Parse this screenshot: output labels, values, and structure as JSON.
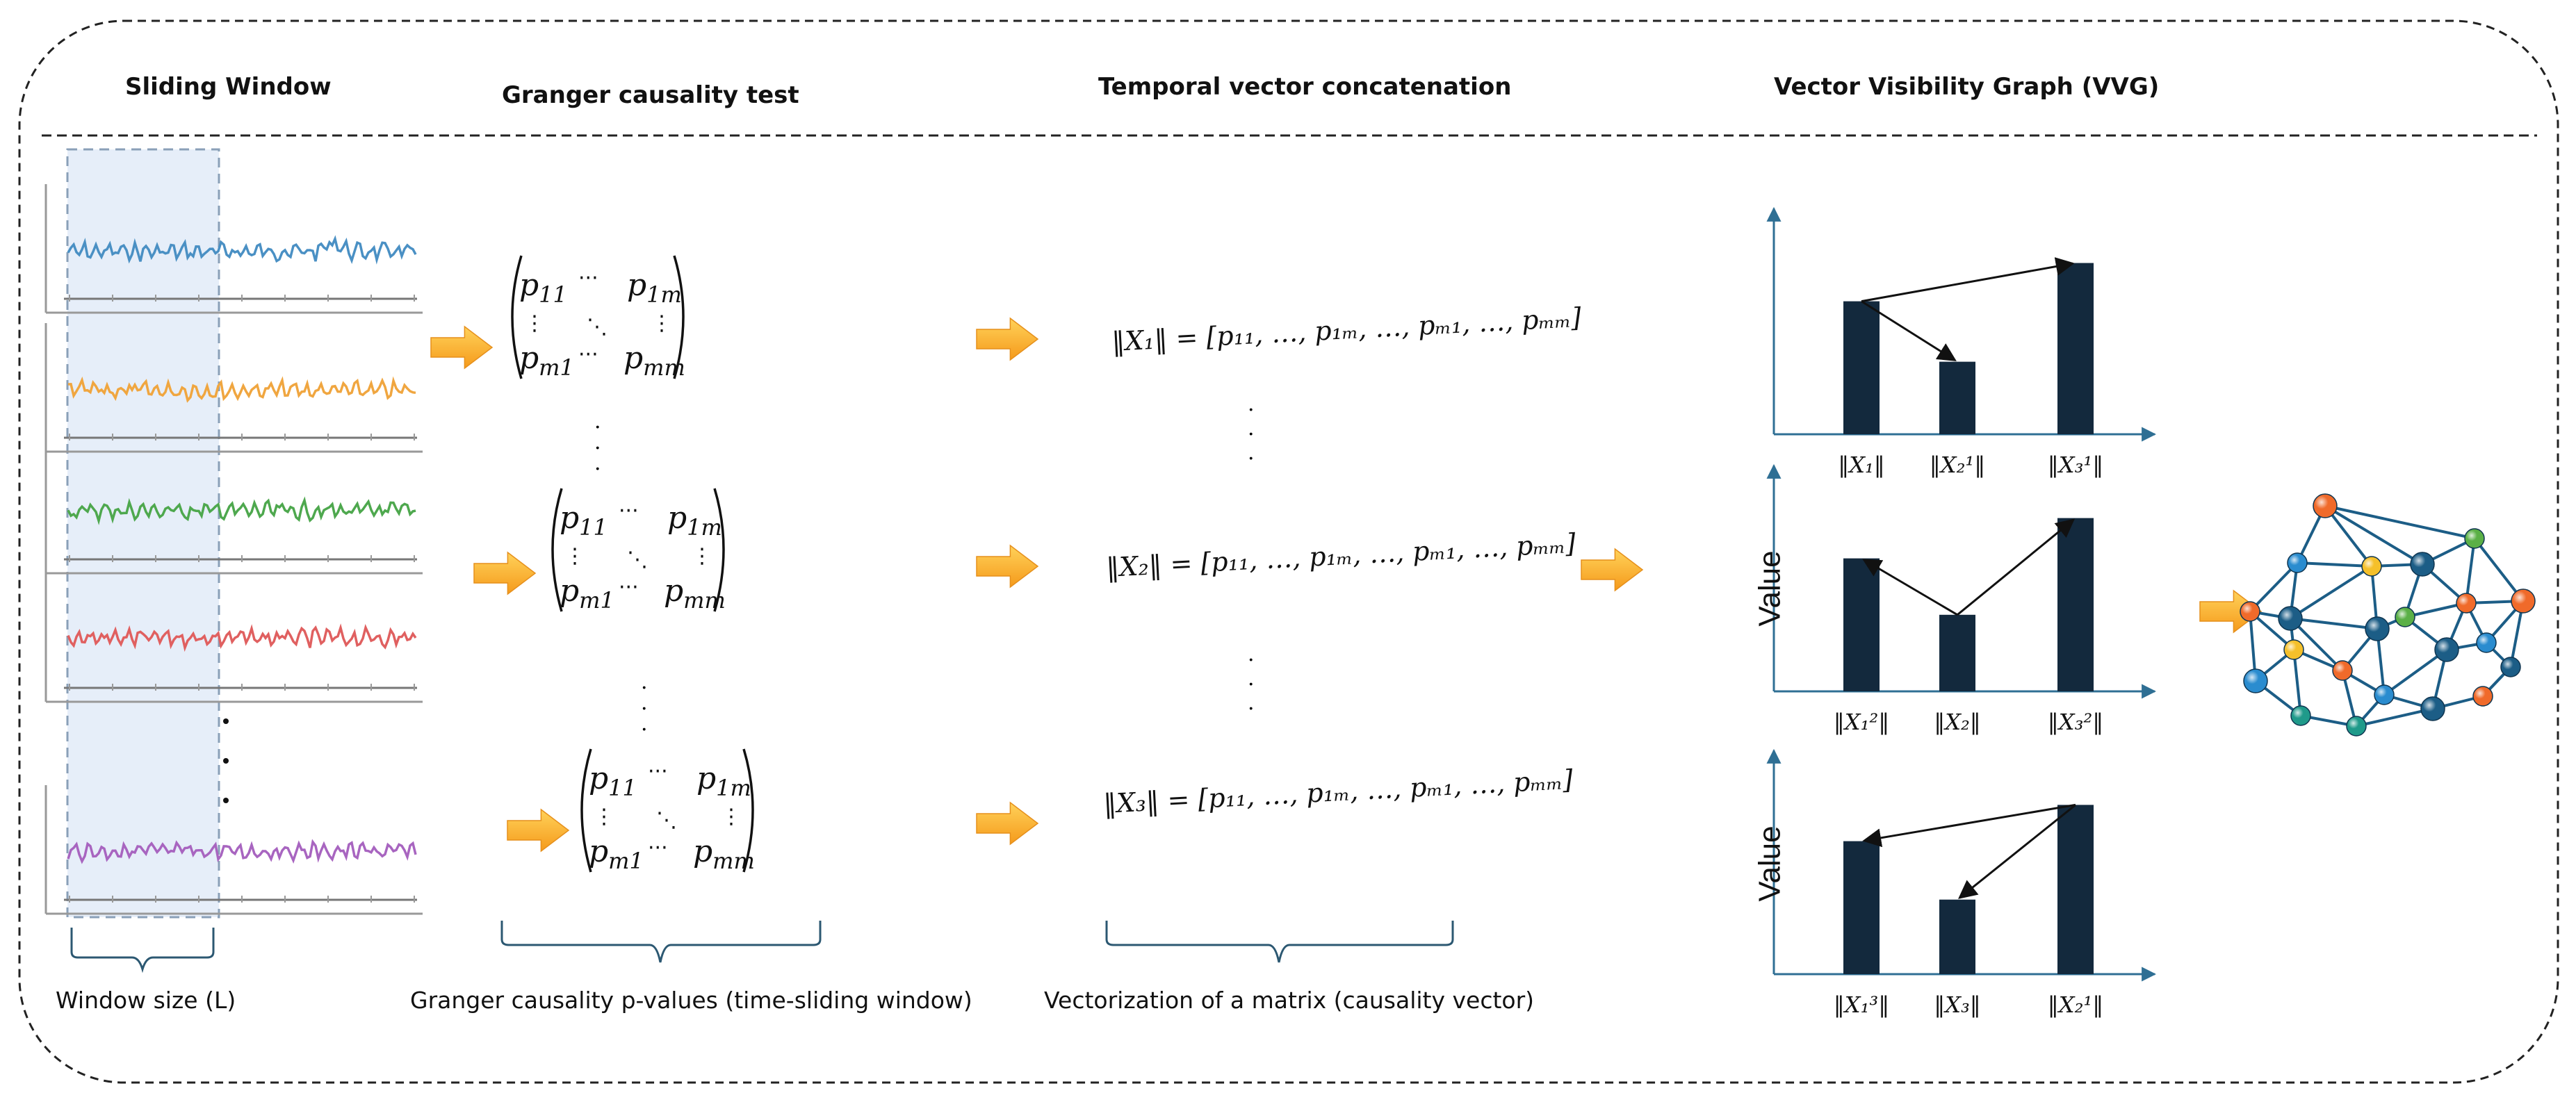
{
  "headers": {
    "sliding_window": "Sliding Window",
    "granger_test": "Granger causality test",
    "temporal_concat": "Temporal vector concatenation",
    "vvg": "Vector Visibility Graph (VVG)"
  },
  "footers": {
    "window_size": "Window size (L)",
    "granger_pvalues": "Granger causality p-values (time-sliding window)",
    "vectorization": "Vectorization of a matrix (causality vector)"
  },
  "matrix": {
    "p11": "p11",
    "p1m": "p1m",
    "pm1": "pm1",
    "pmm": "pmm"
  },
  "vectors": [
    {
      "lhs": "‖X₁‖",
      "rhs": "= [p₁₁, …, p₁ₘ, …, pₘ₁, …, pₘₘ]"
    },
    {
      "lhs": "‖X₂‖",
      "rhs": "= [p₁₁, …, p₁ₘ, …, pₘ₁, …, pₘₘ]"
    },
    {
      "lhs": "‖X₃‖",
      "rhs": "= [p₁₁, …, p₁ₘ, …, pₘ₁, …, pₘₘ]"
    }
  ],
  "vvg_panels": [
    {
      "ylabel": "",
      "labels": [
        "‖X₁‖",
        "‖X₂¹‖",
        "‖X₃¹‖"
      ],
      "heights": [
        0.66,
        0.36,
        0.85
      ]
    },
    {
      "ylabel": "Value",
      "labels": [
        "‖X₁²‖",
        "‖X₂‖",
        "‖X₃²‖"
      ],
      "heights": [
        0.66,
        0.38,
        0.86
      ]
    },
    {
      "ylabel": "Value",
      "labels": [
        "‖X₁³‖",
        "‖X₃‖",
        "‖X₂¹‖"
      ],
      "heights": [
        0.66,
        0.37,
        0.84
      ]
    }
  ],
  "colors": {
    "series": [
      "#4a90c4",
      "#f0a640",
      "#4ea84e",
      "#e06060",
      "#a865c0"
    ],
    "window_fill": "#e6eef9",
    "arrow": "#f7b52c",
    "bar": "#13293d",
    "axis": "#2f6f94"
  },
  "icons": [
    "right-arrow-icon",
    "network-graph-icon"
  ]
}
